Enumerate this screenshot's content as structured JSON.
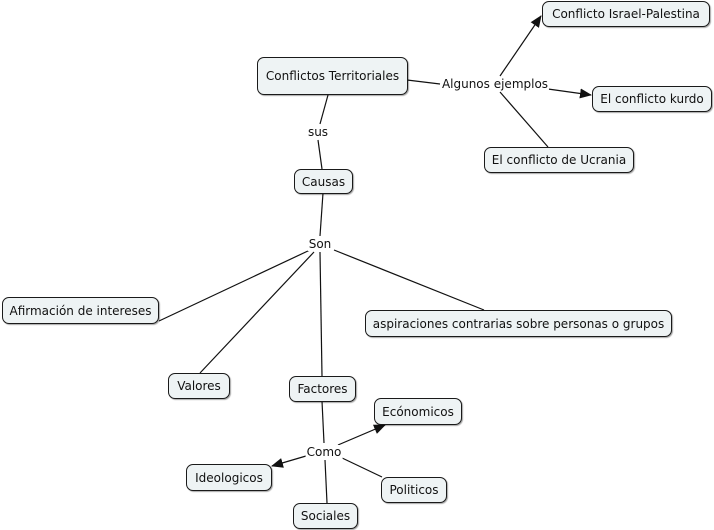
{
  "concepts": {
    "conflictos": "Conflictos Territoriales",
    "israel": "Conflicto Israel-Palestina",
    "kurdo": "El conflicto kurdo",
    "ucrania": "El conflicto de Ucrania",
    "causas": "Causas",
    "afirmacion": "Afirmación de intereses",
    "aspiraciones": "aspiraciones contrarias sobre personas o grupos",
    "valores": "Valores",
    "factores": "Factores",
    "economicos": "Ecónomicos",
    "ideologicos": "Ideologicos",
    "politicos": "Politicos",
    "sociales": "Sociales"
  },
  "linking_phrases": {
    "algunos": "Algunos ejemplos",
    "sus": "sus",
    "son": "Son",
    "como": "Como"
  },
  "colors": {
    "node_fill": "#eef3f4",
    "node_border": "#1a1a1a",
    "line": "#111111"
  }
}
